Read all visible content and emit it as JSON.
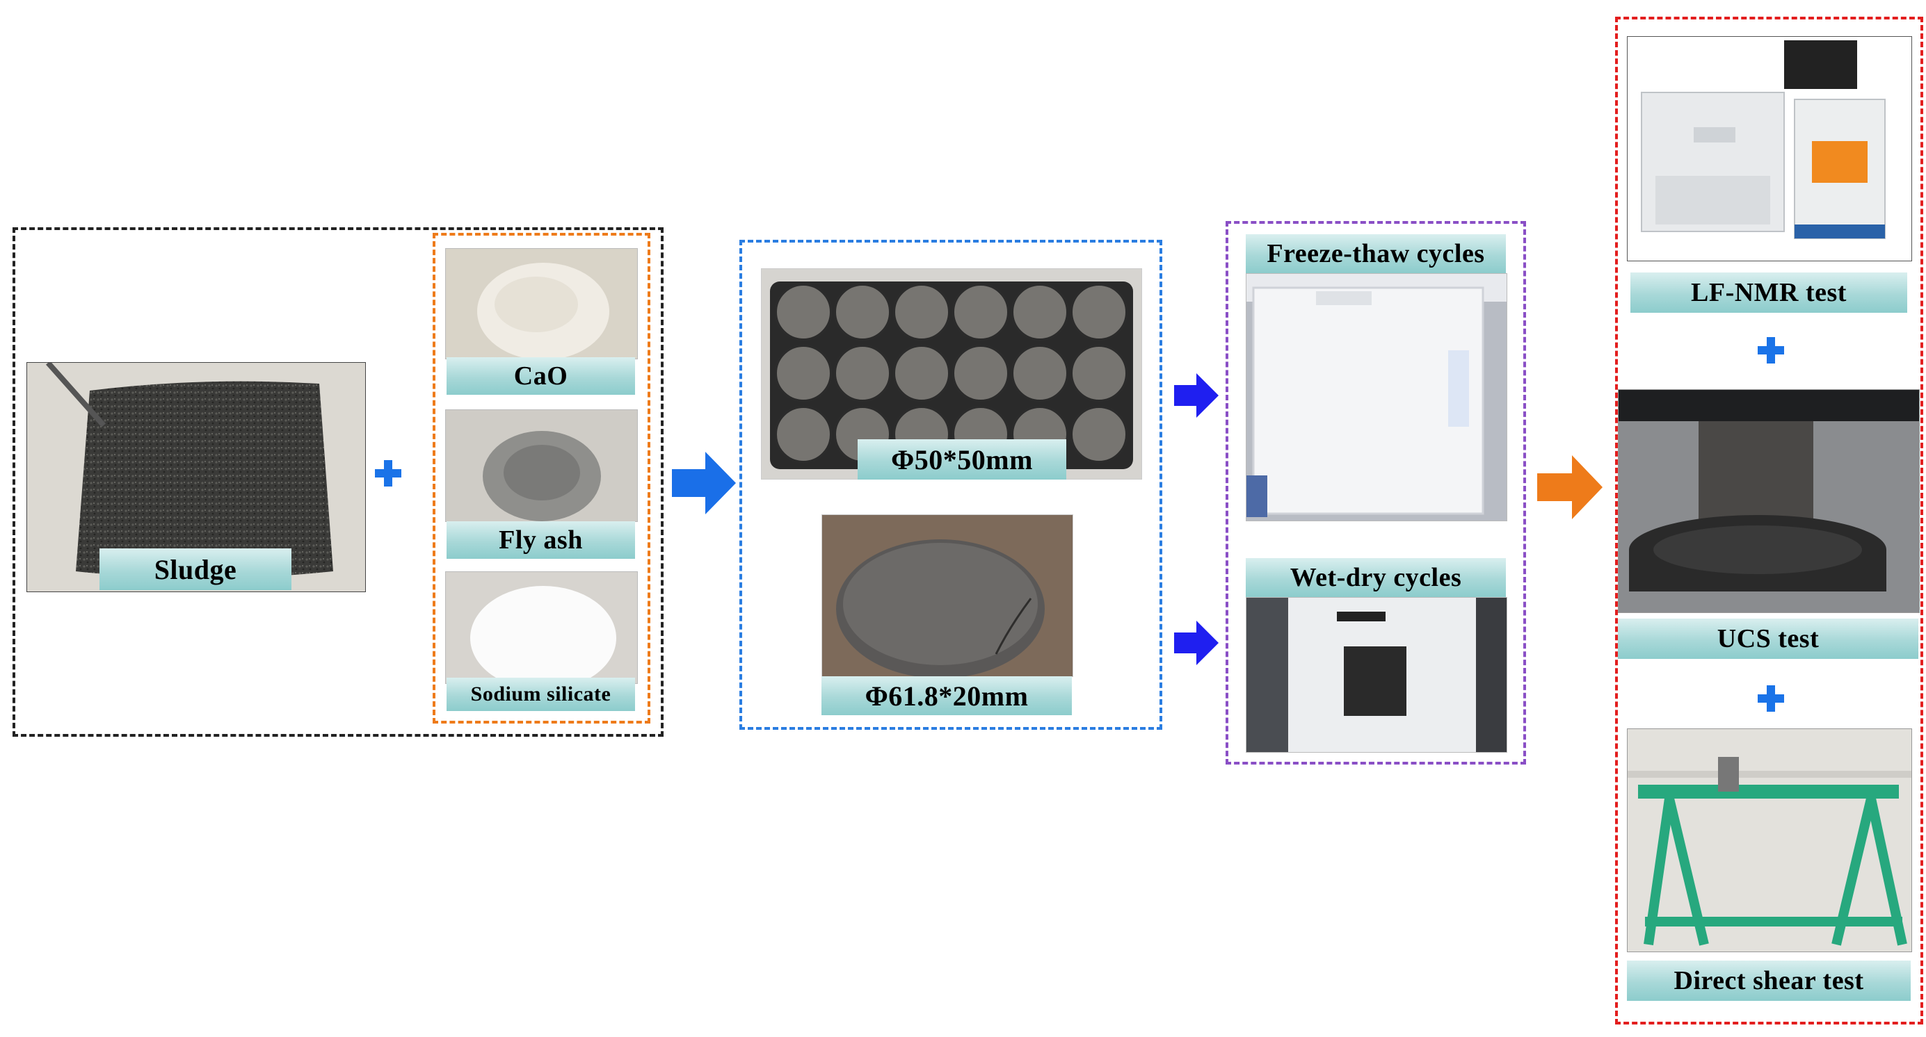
{
  "materials": {
    "sludge": "Sludge",
    "cao": "CaO",
    "fly_ash": "Fly ash",
    "sodium_silicate": "Sodium silicate"
  },
  "specimens": {
    "cylinder": "Φ50*50mm",
    "disc": "Φ61.8*20mm"
  },
  "cycles": {
    "freeze_thaw": "Freeze-thaw cycles",
    "wet_dry": "Wet-dry cycles"
  },
  "tests": {
    "lf_nmr": "LF-NMR test",
    "ucs": "UCS test",
    "direct_shear": "Direct shear test"
  },
  "colors": {
    "box_materials": "#000000",
    "box_additives": "#ee7b1a",
    "box_specimens": "#2a7de1",
    "box_cycles": "#8a4fc6",
    "box_tests": "#e31e1e",
    "plus_blue": "#1a73e8",
    "arrow_blue": "#1a6fe8",
    "arrow_dark_blue": "#1f1ff0",
    "arrow_orange": "#ee7b1a"
  },
  "icons": [
    "plus-icon",
    "arrow-right-icon"
  ]
}
